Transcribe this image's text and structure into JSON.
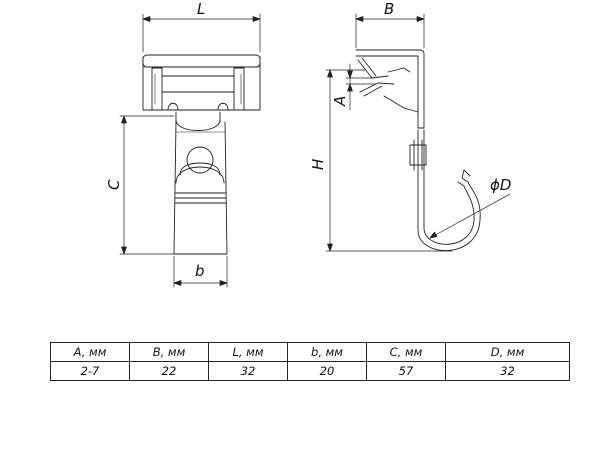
{
  "labels": {
    "L": "L",
    "B": "B",
    "A": "A",
    "H": "H",
    "C": "C",
    "b": "b",
    "D": "ϕD"
  },
  "table": {
    "headers": [
      "A, мм",
      "B, мм",
      "L, мм",
      "b, мм",
      "C, мм",
      "D, мм"
    ],
    "values": [
      "2-7",
      "22",
      "32",
      "20",
      "57",
      "32"
    ]
  }
}
